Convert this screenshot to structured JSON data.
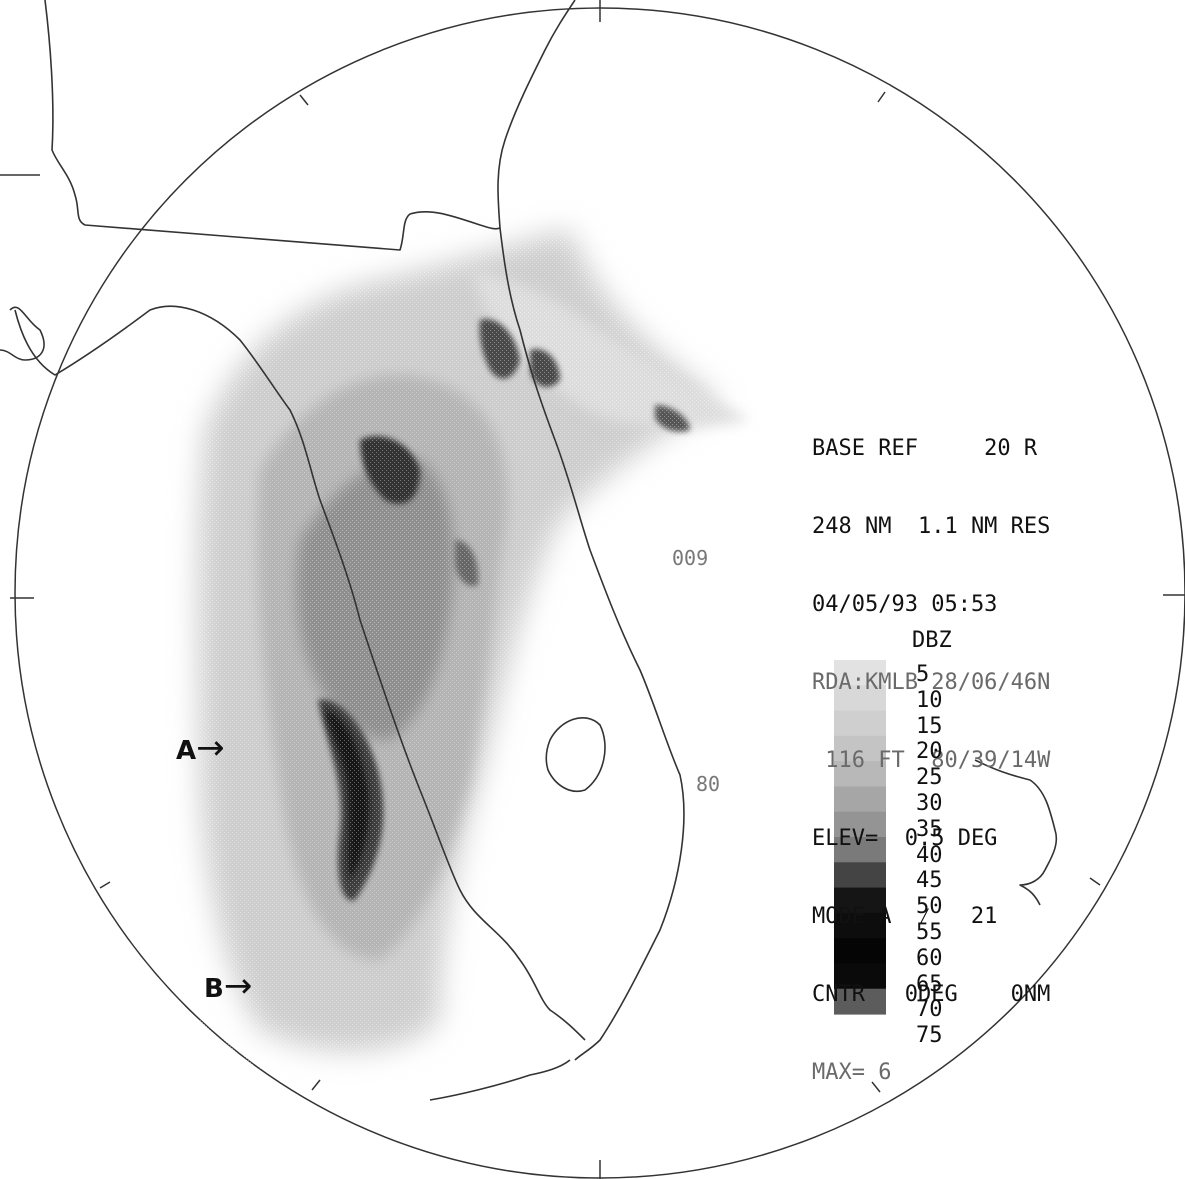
{
  "header_lines": [
    "BASE REF     20 R",
    "248 NM  1.1 NM RES",
    "04/05/93 05:53",
    "RDA:KMLB 28/06/46N",
    " 116 FT  80/39/14W",
    "ELEV=  0.5 DEG",
    "MODE A  ⁄   21",
    "CNTR   0DEG    0NM",
    "MAX= 6"
  ],
  "legend": {
    "title": "DBZ",
    "labels": [
      "5",
      "10",
      "15",
      "20",
      "25",
      "30",
      "35",
      "40",
      "45",
      "50",
      "55",
      "60",
      "65",
      "70",
      "75"
    ],
    "colors": [
      "#e2e2e2",
      "#d8d8d8",
      "#cfcfcf",
      "#c4c4c4",
      "#b8b8b8",
      "#a6a6a6",
      "#949494",
      "#7a7a7a",
      "#444444",
      "#151515",
      "#0d0d0d",
      "#050505",
      "#0a0a0a",
      "#5c5c5c"
    ]
  },
  "annotations": {
    "a_label": "A",
    "b_label": "B",
    "arrow_glyph": "→"
  },
  "range_labels": {
    "east_upper": "009",
    "east_lower": "80"
  },
  "colors": {
    "outline": "#333333",
    "echo_light": "#c8c8c8",
    "echo_medium": "#9a9a9a",
    "echo_dark": "#3a3a3a",
    "echo_core": "#111111"
  }
}
